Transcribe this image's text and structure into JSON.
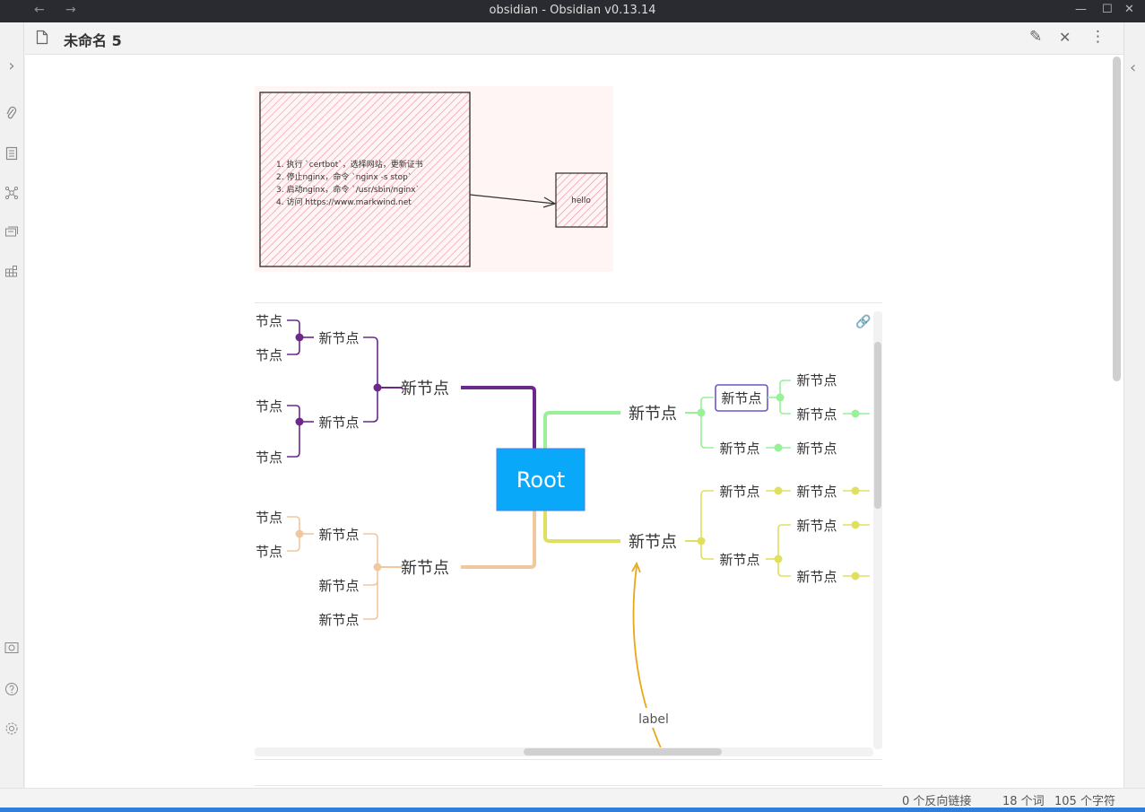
{
  "window": {
    "title": "obsidian - Obsidian v0.13.14",
    "back": "←",
    "forward": "→",
    "minimize": "—",
    "maximize": "☐",
    "close": "✕"
  },
  "file": {
    "title": "未命名 5"
  },
  "header_actions": {
    "edit": "✎",
    "close": "✕",
    "more": "⋮"
  },
  "sidebar": {
    "expand": "›",
    "collapse_right": "‹"
  },
  "ribbon_icons": [
    "paperclip-icon",
    "file-list-icon",
    "graph-icon",
    "cards-icon",
    "grid-icon",
    "vault-icon",
    "help-icon",
    "settings-icon"
  ],
  "sketch": {
    "list": [
      "1.  执行 `certbot`，选择网站，更新证书",
      "2.  停止nginx，命令 `nginx -s stop`",
      "3.  启动nginx，命令 `/usr/sbin/nginx`",
      "4.  访问 https://www.markwind.net"
    ],
    "box_label": "hello"
  },
  "mindmap": {
    "root": "Root",
    "branch_label": "新节点",
    "leaf_label": "节点",
    "edge_label": "label",
    "link_icon": "🔗"
  },
  "status": {
    "backlinks": "0 个反向链接",
    "words": "18 个词",
    "chars": "105 个字符"
  }
}
